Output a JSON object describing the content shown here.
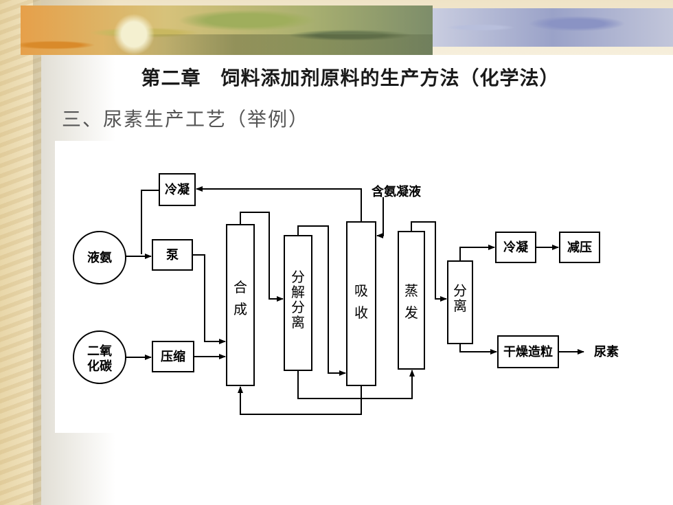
{
  "slide": {
    "title": "第二章　饲料添加剂原料的生产方法（化学法）",
    "subtitle": "三、尿素生产工艺（举例）"
  },
  "diagram": {
    "inputs": {
      "ammonia": "液氨",
      "co2_line1": "二氧",
      "co2_line2": "化碳"
    },
    "boxes": {
      "condense_top": "冷凝",
      "pump": "泵",
      "compress": "压缩",
      "synthesis": [
        "合",
        "成"
      ],
      "decompose": [
        "分",
        "解",
        "分",
        "离"
      ],
      "absorb": [
        "吸",
        "收"
      ],
      "evaporate": [
        "蒸",
        "发"
      ],
      "separate": [
        "分",
        "离"
      ],
      "condense_right": "冷凝",
      "reduce_pressure": "减压",
      "dry_granulate": "干燥造粒"
    },
    "labels": {
      "ammonia_condensate": "含氨凝液",
      "product": "尿素"
    }
  }
}
